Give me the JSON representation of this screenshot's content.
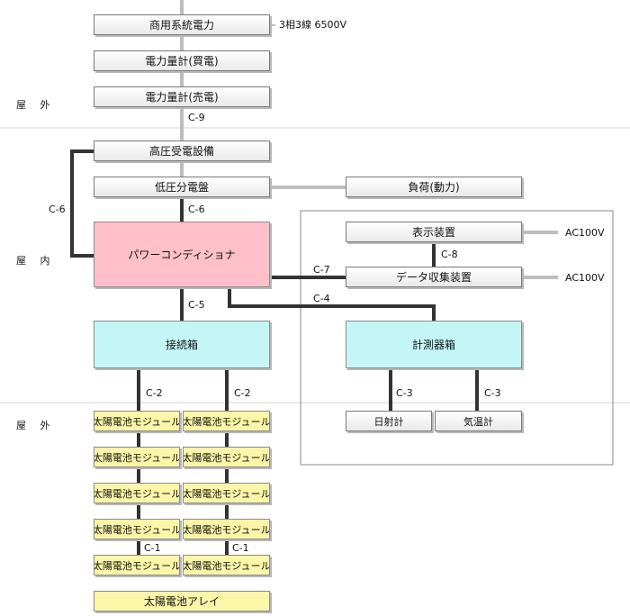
{
  "zones": {
    "outdoor_top": "屋 外",
    "indoor": "屋 内",
    "outdoor_bottom": "屋 外"
  },
  "boxes": {
    "grid": "商用系統電力",
    "meter_buy": "電力量計(買電)",
    "meter_sell": "電力量計(売電)",
    "hv_equipment": "高圧受電設備",
    "lv_panel": "低圧分電盤",
    "load": "負荷(動力)",
    "pcs": "パワーコンディショナ",
    "display": "表示装置",
    "data_logger": "データ収集装置",
    "junction_box": "接続箱",
    "measuring_box": "計測器箱",
    "pyranometer": "日射計",
    "thermometer": "気温計",
    "module": "太陽電池モジュール",
    "array": "太陽電池アレイ"
  },
  "annotations": {
    "grid_spec": "3相3線 6500V",
    "ac_display": "AC100V",
    "ac_logger": "AC100V"
  },
  "cables": {
    "c9": "C-9",
    "c6_top": "C-6",
    "c6_left": "C-6",
    "c8": "C-8",
    "c7": "C-7",
    "c5": "C-5",
    "c4": "C-4",
    "c2_left": "C-2",
    "c2_right": "C-2",
    "c3_left": "C-3",
    "c3_right": "C-3",
    "c1_left": "C-1",
    "c1_right": "C-1"
  },
  "colors": {
    "pcs": "#ffc0cb",
    "junction": "#c5f6f7",
    "module": "#fbf6a8",
    "thin_line": "#bdbdbd",
    "thick_line": "#333333"
  }
}
